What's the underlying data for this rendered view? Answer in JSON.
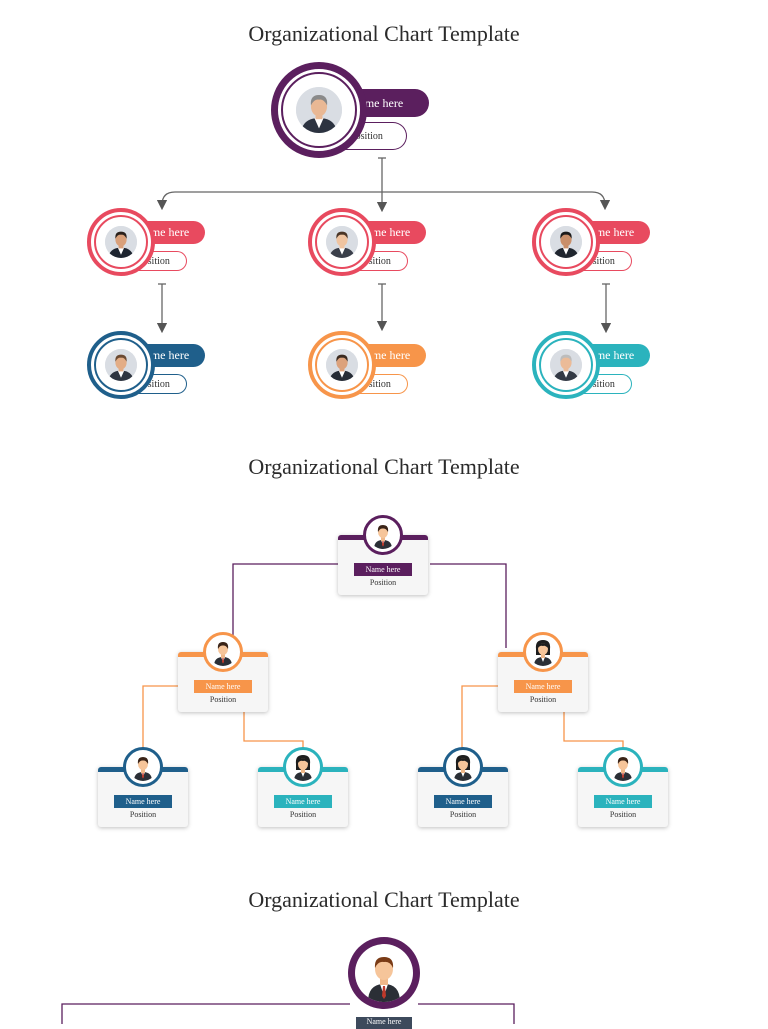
{
  "colors": {
    "purple": "#5b1f5e",
    "red": "#e84a5f",
    "blue": "#1f5f8b",
    "orange": "#f7954a",
    "teal": "#2bb3bd"
  },
  "section1": {
    "title": "Organizational Chart Template",
    "nodes": [
      {
        "role": "ceo",
        "name": "Name here",
        "position": "Position",
        "color": "#5b1f5e",
        "icon": "person-photo-icon"
      },
      {
        "role": "manager-1",
        "name": "Name here",
        "position": "Position",
        "color": "#e84a5f",
        "icon": "person-photo-icon"
      },
      {
        "role": "manager-2",
        "name": "Name here",
        "position": "Position",
        "color": "#e84a5f",
        "icon": "person-photo-icon"
      },
      {
        "role": "manager-3",
        "name": "Name here",
        "position": "Position",
        "color": "#e84a5f",
        "icon": "person-photo-icon"
      },
      {
        "role": "staff-1",
        "name": "Name here",
        "position": "Position",
        "color": "#1f5f8b",
        "icon": "person-photo-icon"
      },
      {
        "role": "staff-2",
        "name": "Name here",
        "position": "Position",
        "color": "#f7954a",
        "icon": "person-photo-icon"
      },
      {
        "role": "staff-3",
        "name": "Name here",
        "position": "Position",
        "color": "#2bb3bd",
        "icon": "person-photo-icon"
      }
    ]
  },
  "section2": {
    "title": "Organizational Chart Template",
    "cards": [
      {
        "role": "top",
        "name": "Name here",
        "position": "Position",
        "color": "#5b1f5e",
        "icon": "male-avatar-icon"
      },
      {
        "role": "mid-left",
        "name": "Name here",
        "position": "Position",
        "color": "#f7954a",
        "icon": "male-avatar-icon"
      },
      {
        "role": "mid-right",
        "name": "Name here",
        "position": "Position",
        "color": "#f7954a",
        "icon": "female-avatar-icon"
      },
      {
        "role": "leaf-1",
        "name": "Name here",
        "position": "Position",
        "color": "#1f5f8b",
        "icon": "male-avatar-icon"
      },
      {
        "role": "leaf-2",
        "name": "Name here",
        "position": "Position",
        "color": "#2bb3bd",
        "icon": "female-avatar-icon"
      },
      {
        "role": "leaf-3",
        "name": "Name here",
        "position": "Position",
        "color": "#1f5f8b",
        "icon": "female-avatar-icon"
      },
      {
        "role": "leaf-4",
        "name": "Name here",
        "position": "Position",
        "color": "#2bb3bd",
        "icon": "male-avatar-icon"
      }
    ]
  },
  "section3": {
    "title": "Organizational Chart Template",
    "top_name": "Name here",
    "color": "#5b1f5e",
    "icon": "male-avatar-icon"
  }
}
